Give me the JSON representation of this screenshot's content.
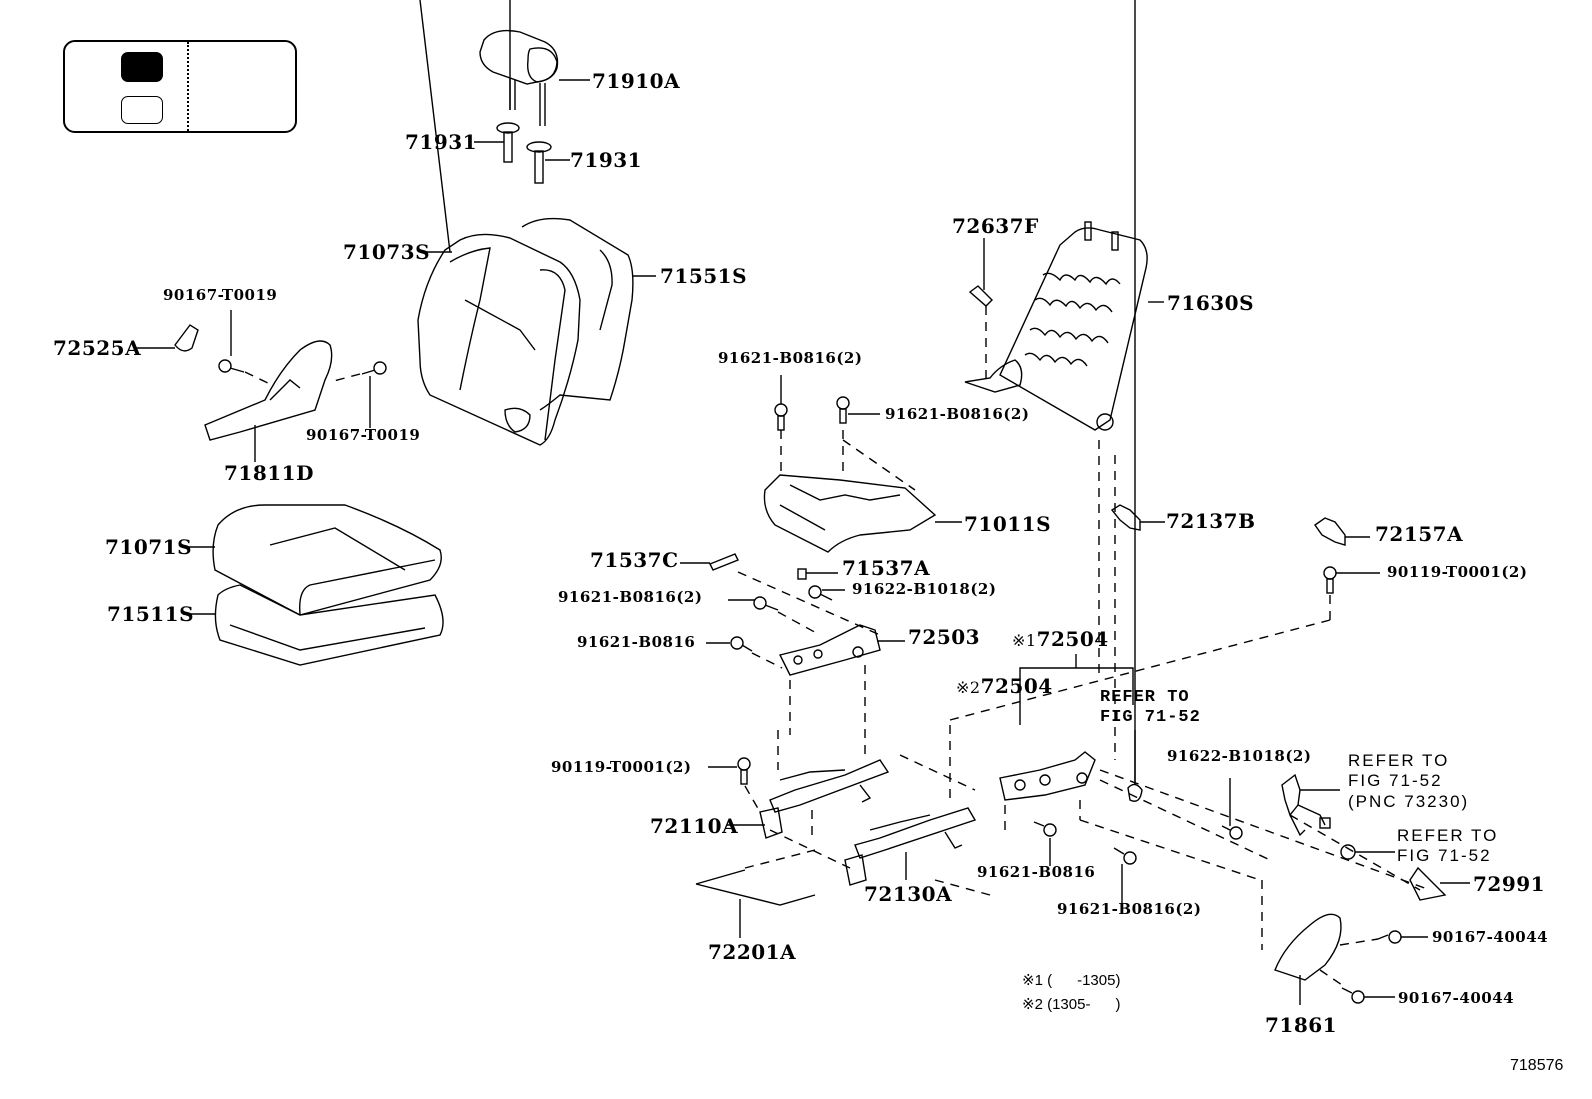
{
  "legend": {
    "swatches": [
      {
        "name": "filled",
        "color": "#000000"
      },
      {
        "name": "outlined",
        "color": "#ffffff"
      }
    ]
  },
  "parts": {
    "p71910A": "71910A",
    "p71931_left": "71931",
    "p71931_right": "71931",
    "p71073S": "71073S",
    "p71551S": "71551S",
    "p90167T0019_top": "90167-T0019",
    "p72525A": "72525A",
    "p90167T0019_bottom": "90167-T0019",
    "p71811D": "71811D",
    "p71071S": "71071S",
    "p71511S": "71511S",
    "p72637F": "72637F",
    "p71630S": "71630S",
    "p91621B0816_2_a": "91621-B0816(2)",
    "p91621B0816_2_b": "91621-B0816(2)",
    "p71011S": "71011S",
    "p72137B": "72137B",
    "p72157A": "72157A",
    "p90119T0001_2_right": "90119-T0001(2)",
    "p71537C": "71537C",
    "p71537A": "71537A",
    "p91622B1018_2_left": "91622-B1018(2)",
    "p91621B0816_2_c": "91621-B0816(2)",
    "p91621B0816_a": "91621-B0816",
    "p72503": "72503",
    "p72504_1": "72504",
    "p72504_2": "72504",
    "p90119T0001_2_left": "90119-T0001(2)",
    "p72110A": "72110A",
    "p72130A": "72130A",
    "p72201A": "72201A",
    "p91621B0816_b": "91621-B0816",
    "p91621B0816_2_d": "91621-B0816(2)",
    "p91622B1018_2_right": "91622-B1018(2)",
    "p72991": "72991",
    "p90167_40044_a": "90167-40044",
    "p90167_40044_b": "90167-40044",
    "p71861": "71861"
  },
  "marks": {
    "mark1": "※1",
    "mark2": "※2"
  },
  "references": {
    "ref_center_line1": "REFER TO",
    "ref_center_line2": "FIG 71-52",
    "ref_buckle_line1": "REFER TO",
    "ref_buckle_line2": "FIG 71-52",
    "ref_buckle_line3": "(PNC 73230)",
    "ref_nut_line1": "REFER TO",
    "ref_nut_line2": "FIG 71-52"
  },
  "notes": {
    "note1": "※1 (      -1305)",
    "note2": "※2 (1305-      )"
  },
  "figure_number": "718576"
}
